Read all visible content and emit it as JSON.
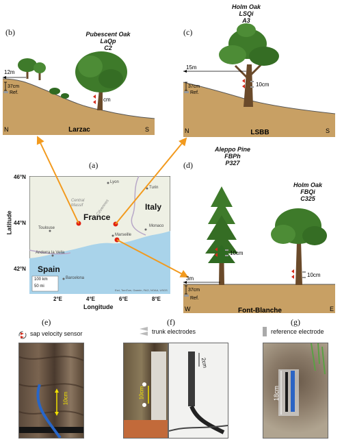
{
  "panel_b": {
    "label": "(b)",
    "tree_name": "Pubescent Oak",
    "tree_code": "LaQp",
    "tree_id": "C2",
    "dist": "12m",
    "depth": "37cm",
    "ref": "Ref.",
    "sensor": "cm",
    "site": "Larzac",
    "left_dir": "N",
    "right_dir": "S"
  },
  "panel_c": {
    "label": "(c)",
    "tree_name": "Holm Oak",
    "tree_code": "LSQi",
    "tree_id": "A3",
    "dist": "15m",
    "depth": "37cm",
    "ref": "Ref.",
    "sensor": "10cm",
    "site": "LSBB",
    "left_dir": "N",
    "right_dir": "S"
  },
  "panel_d": {
    "label": "(d)",
    "tree1_name": "Aleppo Pine",
    "tree1_code": "FBPh",
    "tree1_id": "P327",
    "tree2_name": "Holm Oak",
    "tree2_code": "FBQi",
    "tree2_id": "C325",
    "dist": "3m",
    "depth": "37cm",
    "ref": "Ref.",
    "sensor1": "10cm",
    "sensor2": "10cm",
    "site": "Font-Blanche",
    "left_dir": "W",
    "right_dir": "E"
  },
  "map": {
    "label": "(a)",
    "ylabel": "Latitude",
    "xlabel": "Longitude",
    "lat_ticks": [
      "46°N",
      "44°N",
      "42°N"
    ],
    "lon_ticks": [
      "2°E",
      "4°E",
      "6°E",
      "8°E"
    ],
    "countries": [
      "France",
      "Italy",
      "Spain"
    ],
    "cities": [
      "Lyon",
      "Turin",
      "Toulouse",
      "Monaco",
      "Marseille",
      "Andorra la Vella",
      "Barcelona"
    ],
    "regions": [
      "Central Massif",
      "Cévennes"
    ],
    "scale_km": "100 km",
    "scale_mi": "50 mi",
    "attribution": "Esri, TomTom, Garmin, FAO, NOAA, USGS"
  },
  "panel_e": {
    "label": "(e)",
    "legend": "sap velocity sensor",
    "measure": "10cm"
  },
  "panel_f": {
    "label": "(f)",
    "legend": "trunk electrodes",
    "measure1": "10cm",
    "measure2": "2cm"
  },
  "panel_g": {
    "label": "(g)",
    "legend": "reference electrode",
    "measure": "18cm"
  },
  "colors": {
    "ground": "#c8a064",
    "arrow": "#f29a1e",
    "site_dot": "#e02010",
    "canopy": "#3e7a2a",
    "trunk": "#6a4a2a",
    "sea": "#a9d3ea",
    "land": "#eef0e4"
  }
}
